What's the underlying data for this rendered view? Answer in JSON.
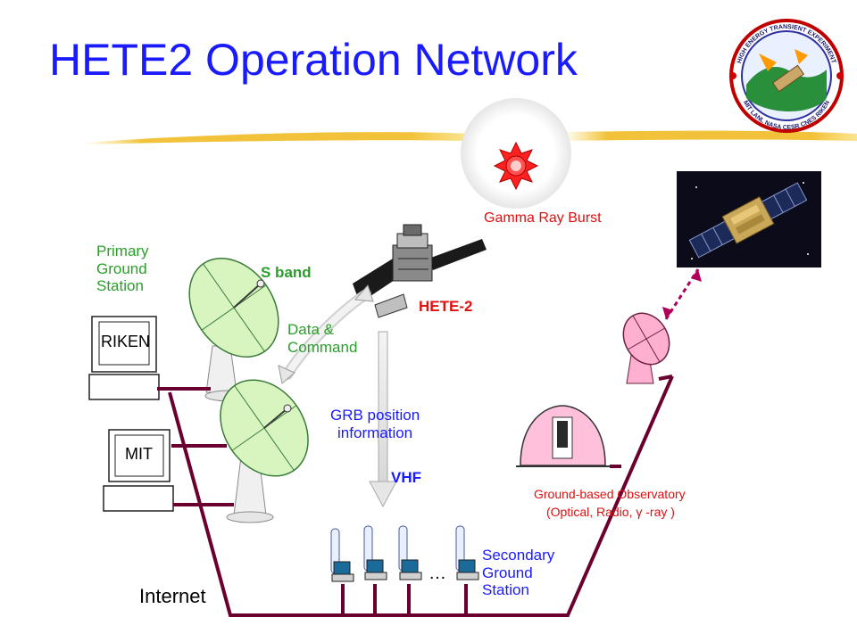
{
  "title": "HETE2 Operation Network",
  "labels": {
    "primary_station": "Primary\nGround\nStation",
    "riken": "RIKEN",
    "mit": "MIT",
    "s_band": "S band",
    "data_command": "Data &\nCommand",
    "hete2": "HETE-2",
    "gamma_ray_burst": "Gamma Ray Burst",
    "grb_position": "GRB position\ninformation",
    "vhf": "VHF",
    "observatory": "Ground-based Observatory",
    "observatory_detail": "(Optical, Radio, γ -ray )",
    "secondary_station": "Secondary\nGround\nStation",
    "ellipsis": "…",
    "internet": "Internet"
  },
  "logo": {
    "ring_top": "HIGH ENERGY TRANSIENT EXPERIMENT",
    "ring_bottom": "MIT LANL NASA CESR CNES RIKEN"
  },
  "colors": {
    "title": "#1a1aff",
    "network_line": "#6b0030",
    "green_text": "#2aa02a",
    "blue_text": "#1a1aff",
    "red_text": "#e01010",
    "dish_green": "#d8f5c0",
    "dish_pink": "#ffb0d0",
    "burst": "#ff2020"
  }
}
